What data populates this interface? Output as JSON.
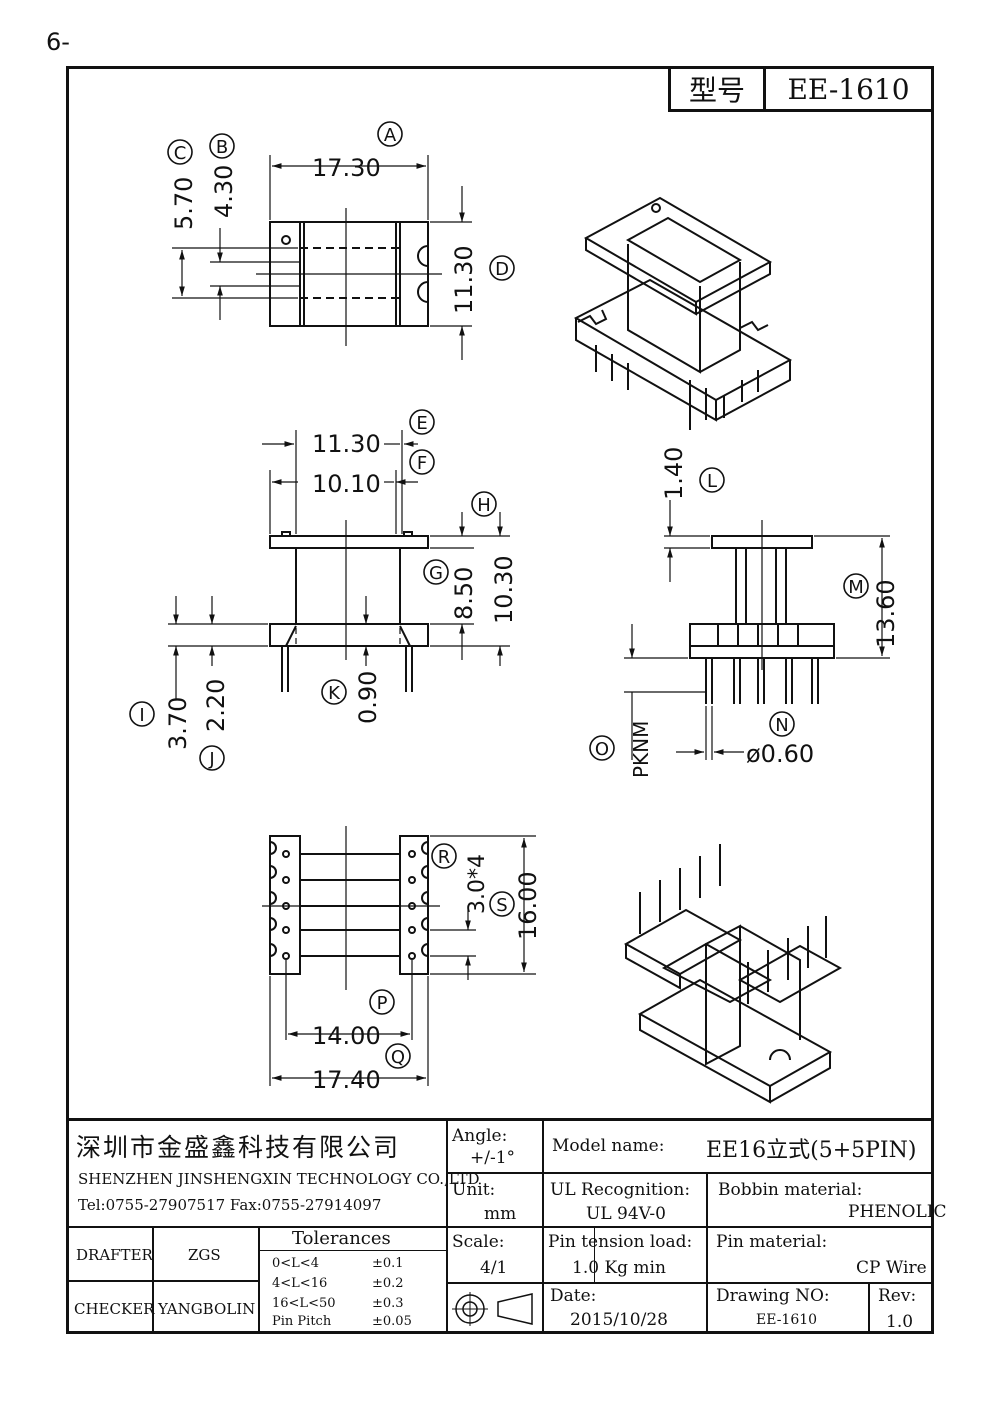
{
  "page_number": "6-",
  "model_box": {
    "label": "型号",
    "value": "EE-1610"
  },
  "dims": {
    "top_A": "17.30",
    "top_C": "5.70",
    "top_B": "4.30",
    "top_D": "11.30",
    "front_E": "11.30",
    "front_F": "10.10",
    "front_G": "8.50",
    "front_H": "10.30",
    "front_K": "0.90",
    "front_I": "3.70",
    "front_J": "2.20",
    "side_L": "1.40",
    "side_M": "13.60",
    "side_N": "ø0.60",
    "side_O": "PKNM",
    "bot_R": "3.0*4",
    "bot_S": "16.00",
    "bot_P": "14.00",
    "bot_Q": "17.40"
  },
  "circle_labels": [
    "A",
    "B",
    "C",
    "D",
    "E",
    "F",
    "G",
    "H",
    "I",
    "J",
    "K",
    "L",
    "M",
    "N",
    "O",
    "P",
    "Q",
    "R",
    "S"
  ],
  "title_block": {
    "company_cn": "深圳市金盛鑫科技有限公司",
    "company_en": "SHENZHEN JINSHENGXIN TECHNOLOGY CO.,LTD",
    "contact": "Tel:0755-27907517   Fax:0755-27914097",
    "angle_label": "Angle:",
    "angle_value": "+/-1°",
    "unit_label": "Unit:",
    "unit_value": "mm",
    "scale_label": "Scale:",
    "scale_value": "4/1",
    "model_name_label": "Model name:",
    "model_name_value": "EE16立式(5+5PIN)",
    "ul_label": "UL Recognition:",
    "ul_value": "UL 94V-0",
    "bobbin_label": "Bobbin material:",
    "bobbin_value": "PHENOLIC",
    "pin_tension_label": "Pin tension load:",
    "pin_tension_value": "1.0 Kg min",
    "pin_material_label": "Pin material:",
    "pin_material_value": "CP Wire",
    "date_label": "Date:",
    "date_value": "2015/10/28",
    "drawing_no_label": "Drawing NO:",
    "drawing_no_value": "EE-1610",
    "rev_label": "Rev:",
    "rev_value": "1.0",
    "drafter_label": "DRAFTER",
    "drafter_value": "ZGS",
    "checker_label": "CHECKER",
    "checker_value": "YANGBOLIN",
    "tolerances_title": "Tolerances",
    "tolerances": [
      {
        "range": "0<L<4",
        "tol": "±0.1"
      },
      {
        "range": "4<L<16",
        "tol": "±0.2"
      },
      {
        "range": "16<L<50",
        "tol": "±0.3"
      },
      {
        "range": "Pin Pitch",
        "tol": "±0.05"
      }
    ]
  }
}
